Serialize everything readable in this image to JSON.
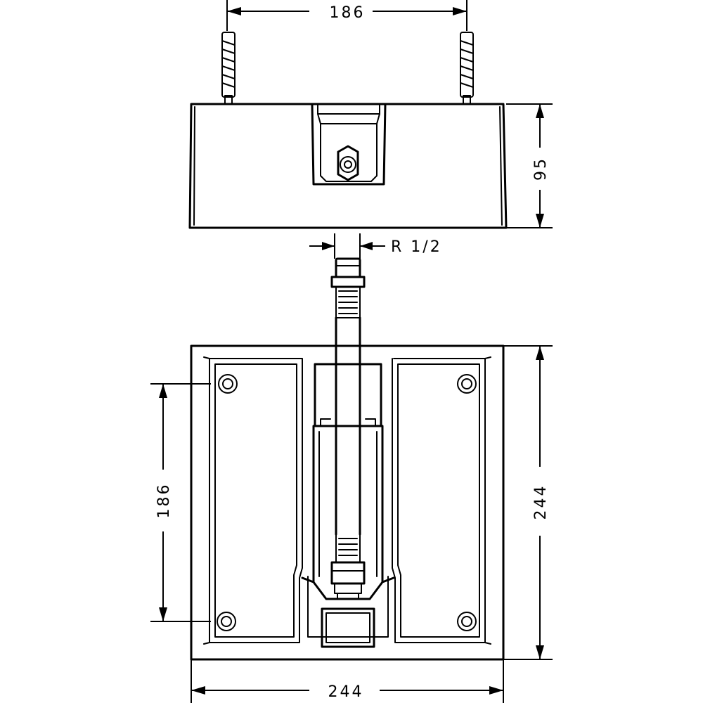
{
  "dimensions": {
    "top_width": "186",
    "side_height": "95",
    "thread": "R 1/2",
    "left_height": "186",
    "right_height": "244",
    "bottom_width": "244"
  }
}
